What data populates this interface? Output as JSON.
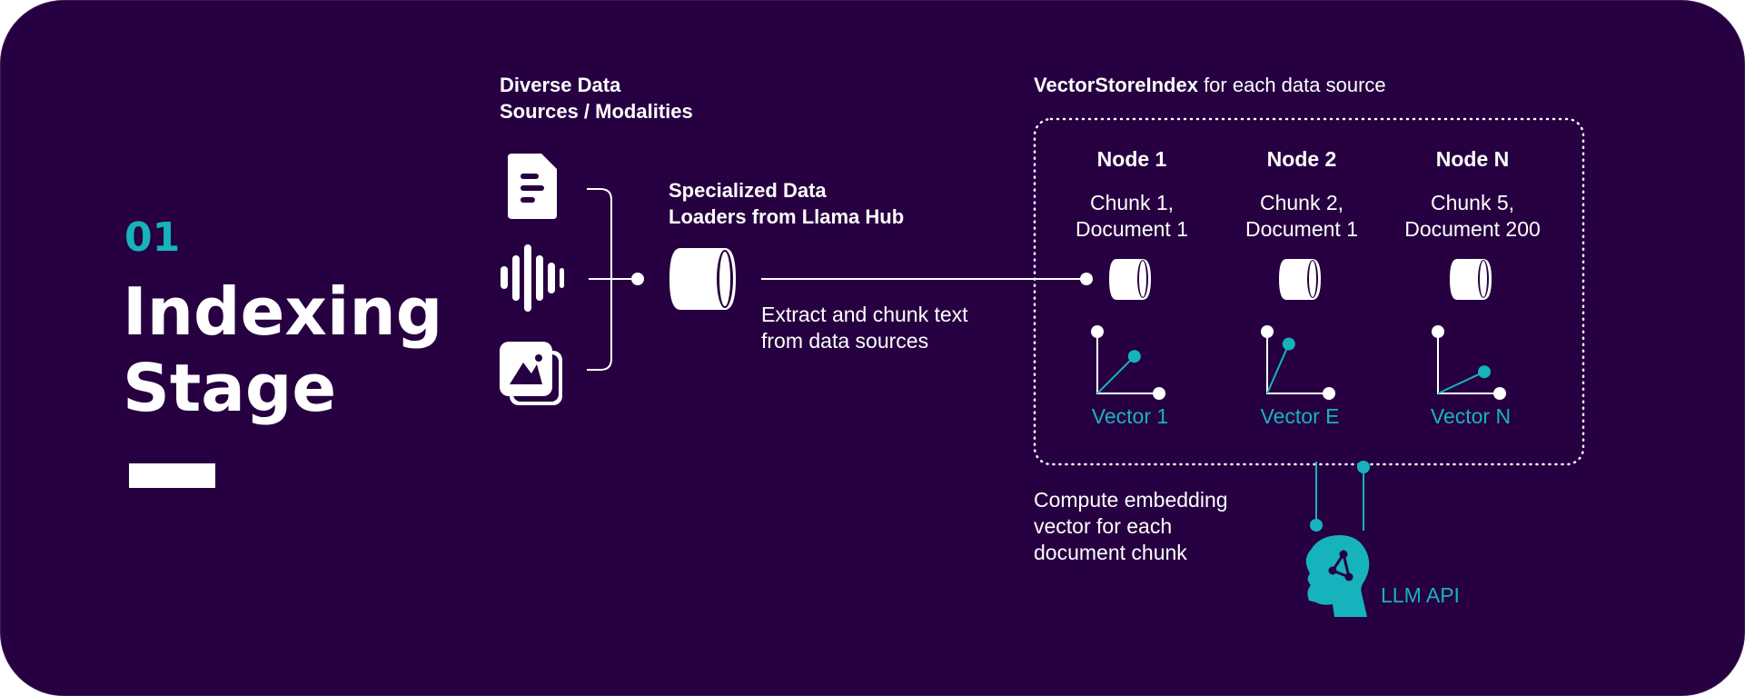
{
  "stage": {
    "number": "01",
    "title_line1": "Indexing",
    "title_line2": "Stage"
  },
  "sources": {
    "label_line1": "Diverse Data",
    "label_line2": "Sources / Modalities",
    "icons": [
      "document-icon",
      "audio-waveform-icon",
      "image-stack-icon"
    ]
  },
  "loaders": {
    "label_line1": "Specialized Data",
    "label_line2": "Loaders from Llama Hub",
    "icon": "loader-cylinder-icon"
  },
  "extract": {
    "line1": "Extract and chunk text",
    "line2": "from data sources"
  },
  "index": {
    "title_bold": "VectorStoreIndex",
    "title_rest": " for each data source",
    "nodes": [
      {
        "name": "Node 1",
        "chunk_line1": "Chunk 1,",
        "chunk_line2": "Document 1",
        "vector": "Vector 1",
        "vector_point": [
          0.6,
          0.6
        ]
      },
      {
        "name": "Node 2",
        "chunk_line1": "Chunk 2,",
        "chunk_line2": "Document 1",
        "vector": "Vector E",
        "vector_point": [
          0.35,
          0.8
        ]
      },
      {
        "name": "Node N",
        "chunk_line1": "Chunk 5,",
        "chunk_line2": "Document 200",
        "vector": "Vector N",
        "vector_point": [
          0.75,
          0.35
        ]
      }
    ]
  },
  "embedding": {
    "line1": "Compute embedding",
    "line2": "vector for each",
    "line3": "document chunk"
  },
  "llm": {
    "label": "LLM API",
    "icon": "head-network-icon"
  },
  "colors": {
    "background": "#260040",
    "accent": "#17b3bd",
    "foreground": "#ffffff"
  }
}
